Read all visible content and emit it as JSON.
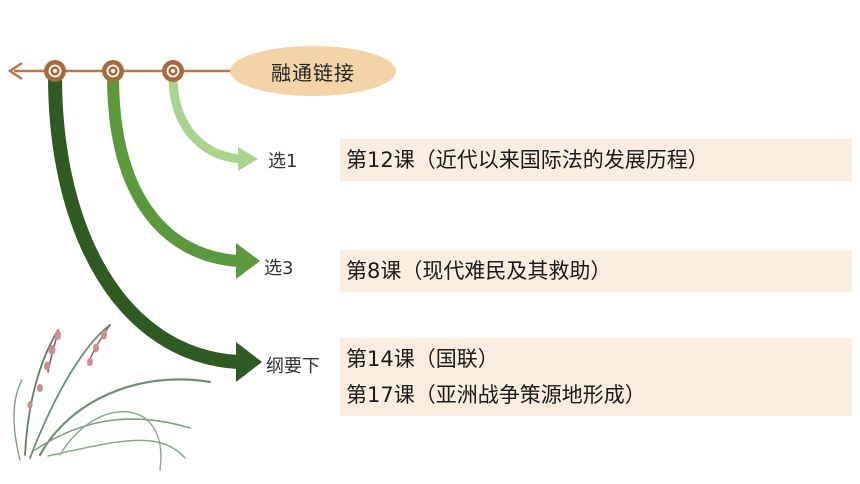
{
  "title": "融通链接",
  "branches": [
    {
      "label": "选1",
      "color": "#a8d48e",
      "lessons": [
        "第12课（近代以来国际法的发展历程）"
      ]
    },
    {
      "label": "选3",
      "color": "#5a9a3c",
      "lessons": [
        "第8课（现代难民及其救助）"
      ]
    },
    {
      "label": "纲要下",
      "color": "#2f5a22",
      "lessons": [
        "第14课（国联）",
        "第17课（亚洲战争策源地形成）"
      ]
    }
  ],
  "colors": {
    "timeline": "#b8764a",
    "oval": "#f2d4a6",
    "lesson_box": "#fbeee0"
  }
}
